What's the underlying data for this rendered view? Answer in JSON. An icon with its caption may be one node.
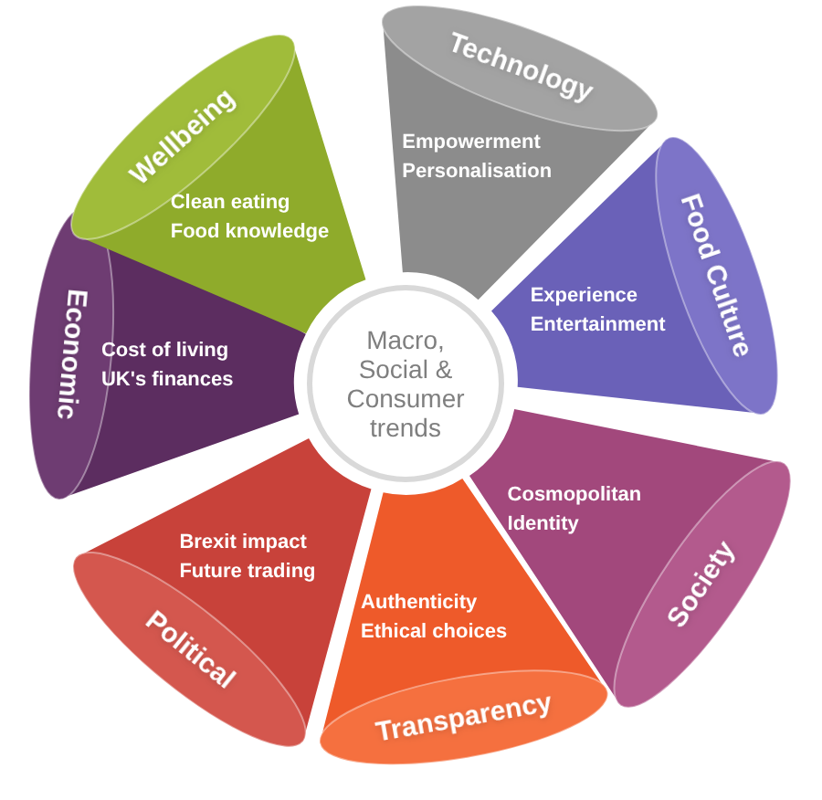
{
  "diagram": {
    "nodes": [
      {
        "text": [
          "Macro, Social & Consumer trends"
        ]
      },
      {
        "text": [
          "Technology",
          "Empowerment Personalisation"
        ]
      },
      {
        "text": [
          "Food Culture",
          "Experience Entertainment"
        ]
      },
      {
        "text": [
          "Society",
          "Cosmopolitan Identity"
        ]
      },
      {
        "text": [
          "Transparency",
          "Authenticity Ethical choices"
        ]
      },
      {
        "text": [
          "Political",
          "Brexit impact Future trading"
        ]
      },
      {
        "text": [
          "Economic",
          "Cost of living UK's finances"
        ]
      },
      {
        "text": [
          "Wellbeing",
          "Clean eating Food knowledge"
        ]
      }
    ]
  }
}
